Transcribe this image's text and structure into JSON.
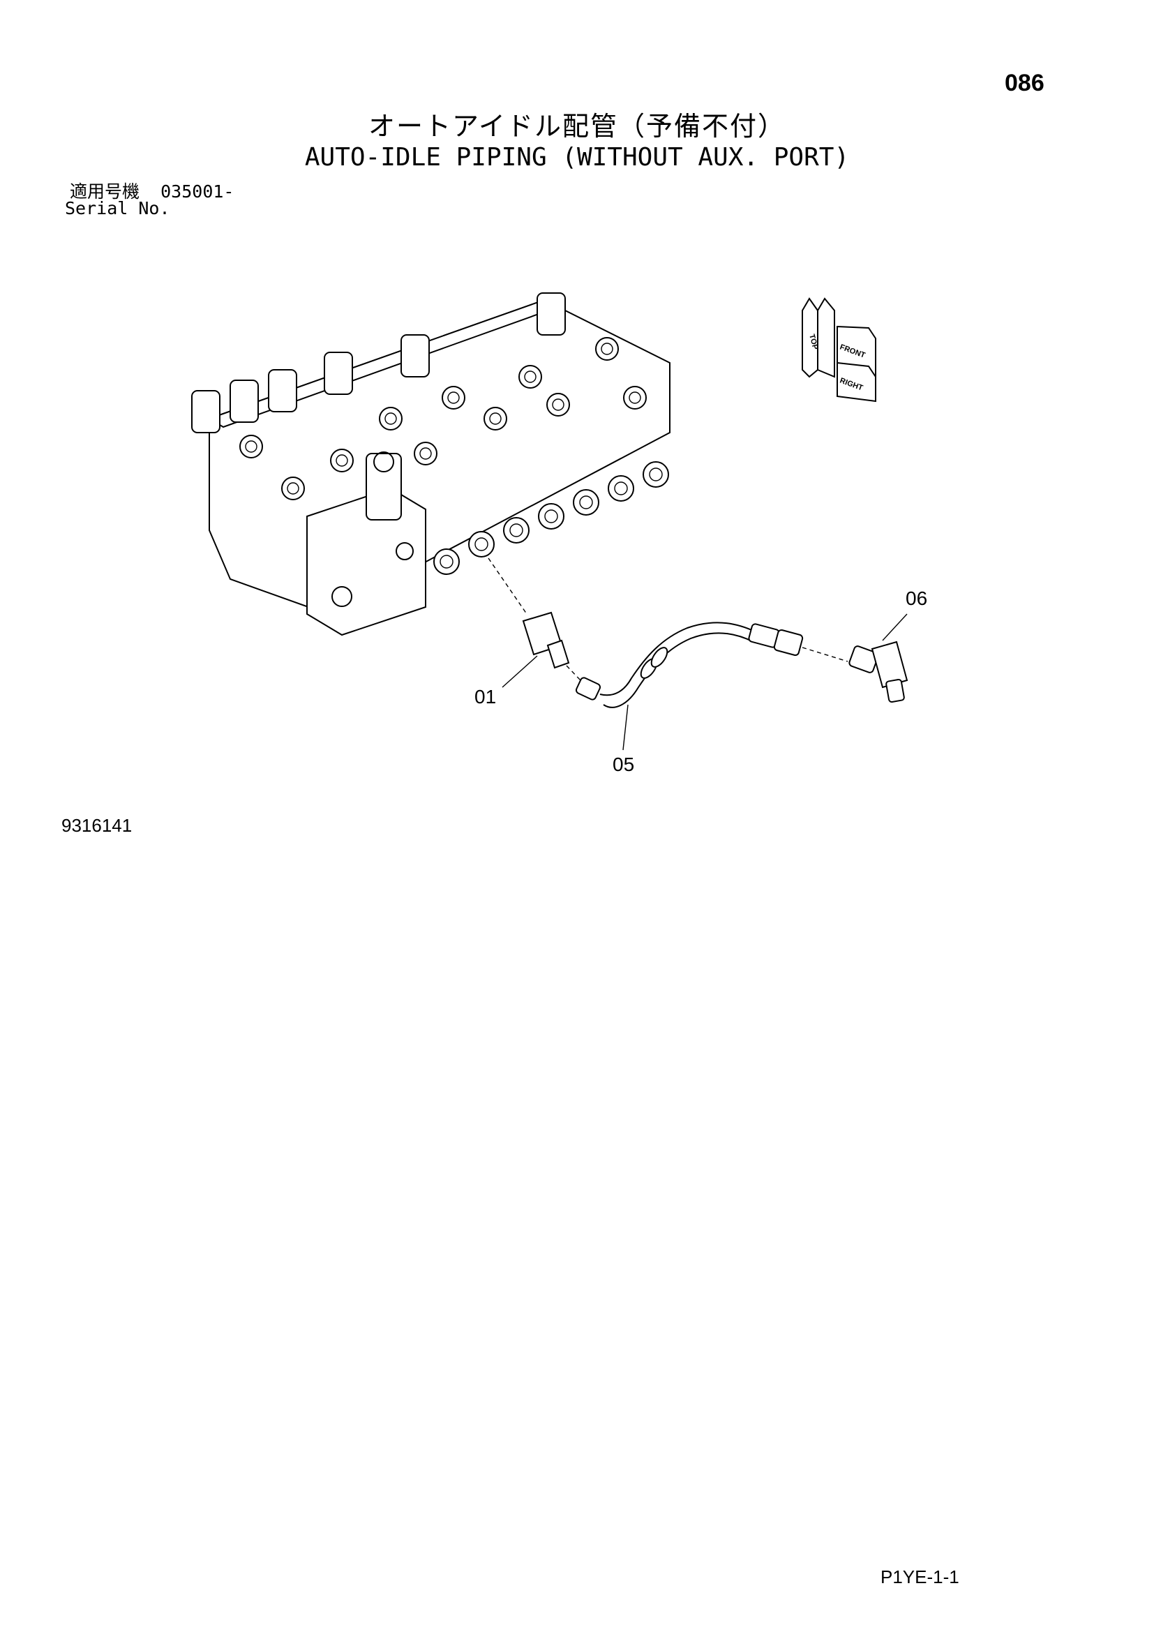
{
  "page_number": "086",
  "title_jp": "オートアイドル配管（予備不付）",
  "title_en": "AUTO-IDLE PIPING (WITHOUT AUX. PORT)",
  "serial": {
    "label_jp": "適用号機",
    "value": "035001-",
    "label_en": "Serial No."
  },
  "drawing_number": "9316141",
  "footer_code": "P1YE-1-1",
  "callouts": {
    "part_01": "01",
    "part_05": "05",
    "part_06": "06"
  },
  "orientation_labels": {
    "top": "TOP",
    "front": "FRONT",
    "right": "RIGHT"
  }
}
